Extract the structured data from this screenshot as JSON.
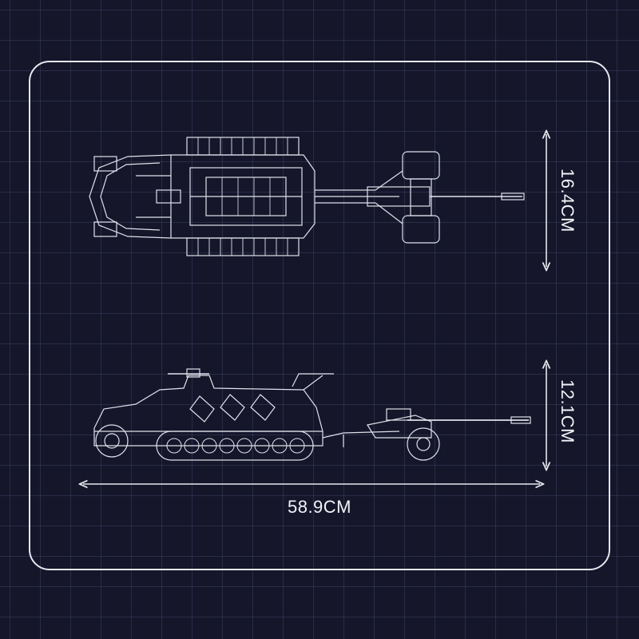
{
  "dimensions": {
    "width_label": "58.9CM",
    "top_view_height_label": "16.4CM",
    "side_view_height_label": "12.1CM"
  },
  "colors": {
    "background": "#15162a",
    "grid": "#787daa",
    "frame": "#e6e7ee",
    "line": "#dfe1ea"
  }
}
